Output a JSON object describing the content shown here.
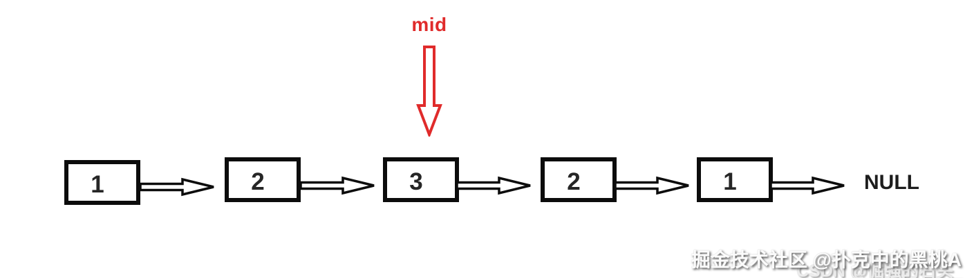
{
  "diagram": {
    "type": "singly-linked-list",
    "pointer": {
      "label": "mid",
      "points_to_node_index": 2
    },
    "list": {
      "nodes": [
        "1",
        "2",
        "3",
        "2",
        "1"
      ],
      "terminator": "NULL"
    },
    "icons": {
      "next_pointer": "right-arrow-icon",
      "mid_pointer": "down-arrow-icon"
    },
    "colors": {
      "pointer_red": "#e02b2b",
      "node_border": "#0c0c0c",
      "node_text": "#262626",
      "terminator_text": "#1d1d1d",
      "background": "#ffffff"
    }
  },
  "watermarks": {
    "primary": "掘金技术社区 @扑克中的黑桃A",
    "secondary": "CSDN @倔强的石头_"
  }
}
